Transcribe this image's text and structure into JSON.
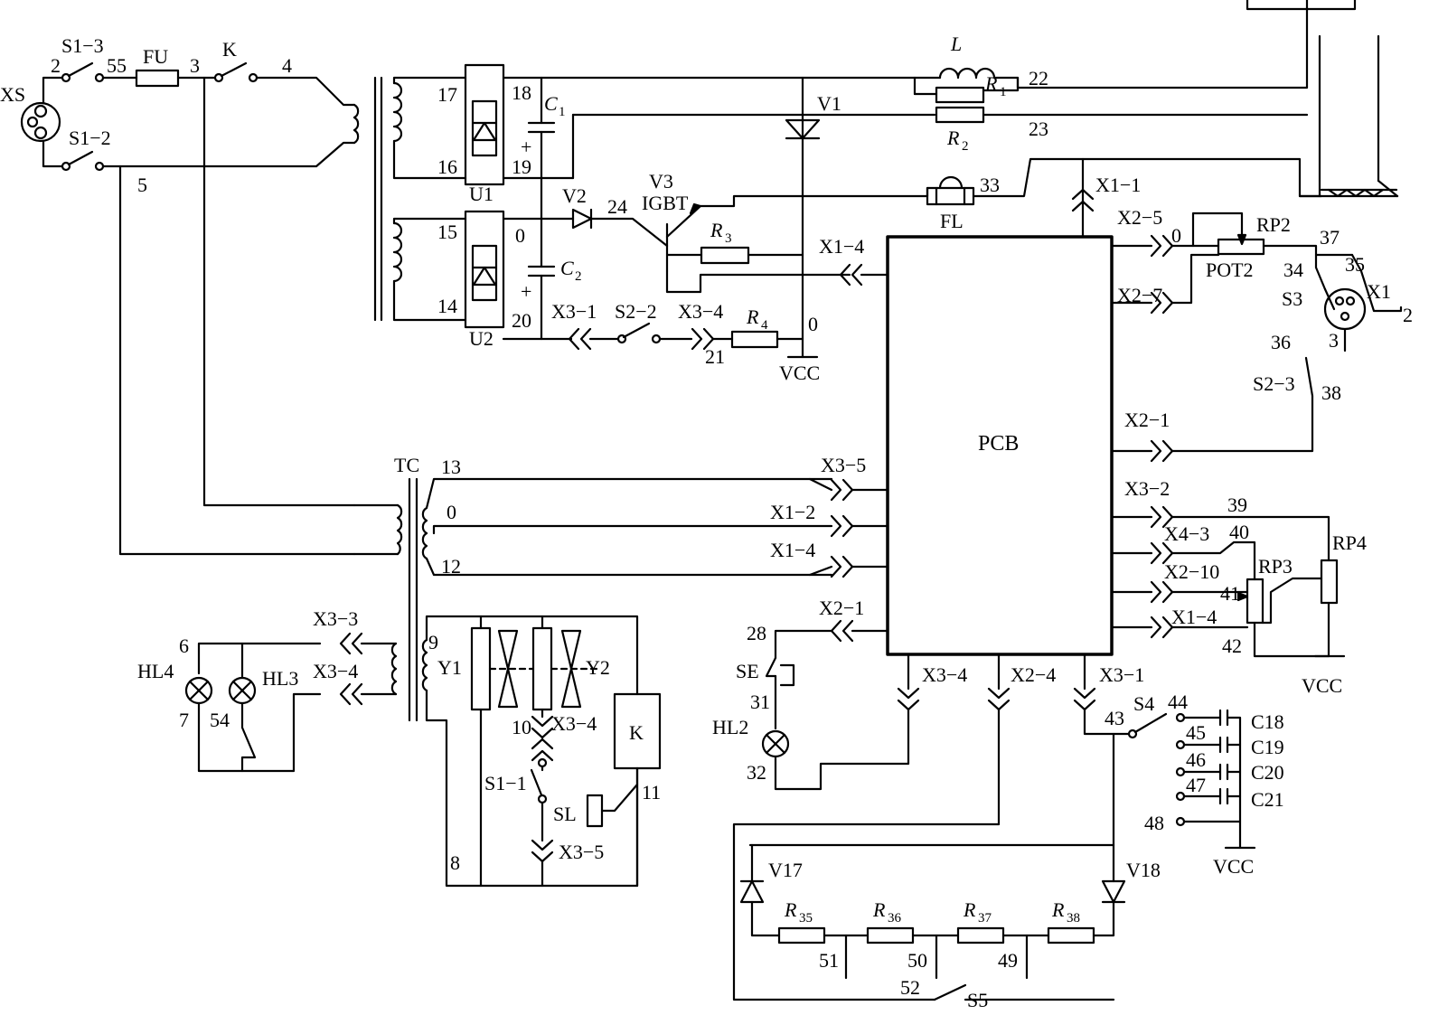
{
  "labels": {
    "XS": "XS",
    "S1_3": "S1−3",
    "S1_2": "S1−2",
    "FU": "FU",
    "K": "K",
    "n2": "2",
    "n55": "55",
    "n3": "3",
    "n4": "4",
    "n5": "5",
    "n17": "17",
    "n16": "16",
    "n15": "15",
    "n14": "14",
    "U1": "U1",
    "U2": "U2",
    "n18": "18",
    "n19": "19",
    "n0a": "0",
    "n20": "20",
    "C": "C",
    "C1sub": "1",
    "C2sub": "2",
    "V1": "V1",
    "V2": "V2",
    "n24": "24",
    "V3": "V3",
    "IGBT": "IGBT",
    "R": "R",
    "R3sub": "3",
    "R4sub": "4",
    "R1sub": "1",
    "R2sub": "2",
    "L": "L",
    "n22": "22",
    "n23": "23",
    "FL": "FL",
    "n33": "33",
    "X1_1": "X1−1",
    "X1_4a": "X1−4",
    "X3_1a": "X3−1",
    "S2_2": "S2−2",
    "X3_4a": "X3−4",
    "n21": "21",
    "n0b": "0",
    "VCCa": "VCC",
    "X2_5": "X2−5",
    "n0c": "0",
    "RP2": "RP2",
    "n37": "37",
    "POT2": "POT2",
    "n34": "34",
    "n35": "35",
    "X2_7": "X2−7",
    "S3": "S3",
    "X1": "X1",
    "n2b": "2",
    "n3b": "3",
    "n36": "36",
    "S2_3": "S2−3",
    "n38": "38",
    "X2_1a": "X2−1",
    "PCB": "PCB",
    "TC": "TC",
    "n13": "13",
    "n0d": "0",
    "n12": "12",
    "X3_5a": "X3−5",
    "X1_2": "X1−2",
    "X1_4b": "X1−4",
    "X3_2": "X3−2",
    "n39": "39",
    "X4_3": "X4−3",
    "n40": "40",
    "RP4": "RP4",
    "X2_10": "X2−10",
    "RP3": "RP3",
    "n41": "41",
    "X1_4c": "X1−4",
    "n42": "42",
    "VCCb": "VCC",
    "X3_3": "X3−3",
    "X3_4b": "X3−4",
    "n6": "6",
    "HL4": "HL4",
    "HL3": "HL3",
    "n7": "7",
    "n54": "54",
    "n9": "9",
    "Y1": "Y1",
    "Y2": "Y2",
    "n10": "10",
    "X3_4c": "X3−4",
    "Kbox": "K",
    "S1_1": "S1−1",
    "SL": "SL",
    "n11": "11",
    "X3_5b": "X3−5",
    "n8": "8",
    "X2_1b": "X2−1",
    "n28": "28",
    "SE": "SE",
    "n31": "31",
    "HL2": "HL2",
    "n32": "32",
    "X3_4d": "X3−4",
    "X2_4": "X2−4",
    "X3_1b": "X3−1",
    "n43": "43",
    "S4": "S4",
    "n44": "44",
    "n45": "45",
    "n46": "46",
    "n47": "47",
    "n48": "48",
    "C18": "C18",
    "C19": "C19",
    "C20": "C20",
    "C21": "C21",
    "VCCc": "VCC",
    "V17": "V17",
    "V18": "V18",
    "R35sub": "35",
    "R36sub": "36",
    "R37sub": "37",
    "R38sub": "38",
    "n51": "51",
    "n50": "50",
    "n49": "49",
    "n52": "52",
    "S5": "S5"
  }
}
